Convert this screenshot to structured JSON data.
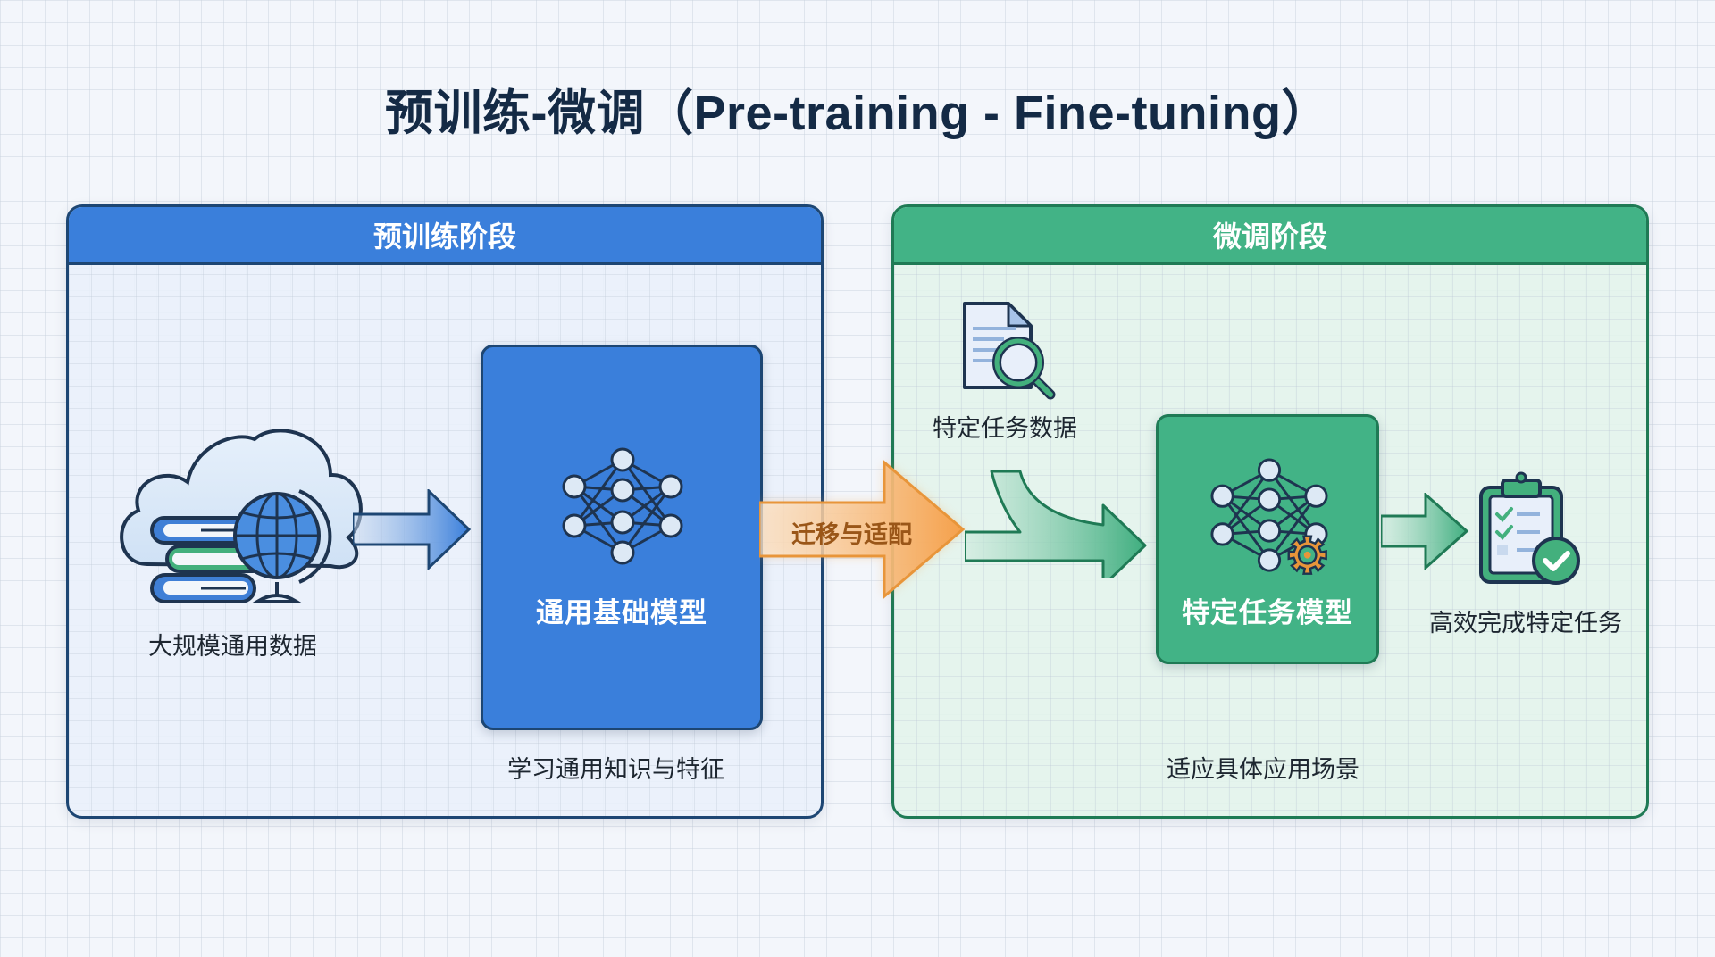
{
  "title": "预训练-微调（Pre-training - Fine-tuning）",
  "pretrain_panel": {
    "header": "预训练阶段",
    "data_label": "大规模通用数据",
    "model_label": "通用基础模型",
    "caption": "学习通用知识与特征",
    "data_icons": [
      "cloud-icon",
      "books-icon",
      "globe-icon"
    ],
    "model_icon": "neural-network-icon"
  },
  "transfer": {
    "label": "迁移与适配",
    "icon": "transfer-arrow-icon"
  },
  "finetune_panel": {
    "header": "微调阶段",
    "task_data_label": "特定任务数据",
    "model_label": "特定任务模型",
    "result_label": "高效完成特定任务",
    "caption": "适应具体应用场景",
    "task_data_icon": "document-search-icon",
    "model_icon": "neural-network-gear-icon",
    "result_icon": "clipboard-check-icon"
  },
  "colors": {
    "pretrain_accent": "#3a7fdb",
    "pretrain_border": "#1d4673",
    "finetune_accent": "#42b386",
    "finetune_border": "#1f7a55",
    "transfer_accent": "#f5a04a",
    "title_text": "#142a45",
    "gear": "#e8953a"
  }
}
